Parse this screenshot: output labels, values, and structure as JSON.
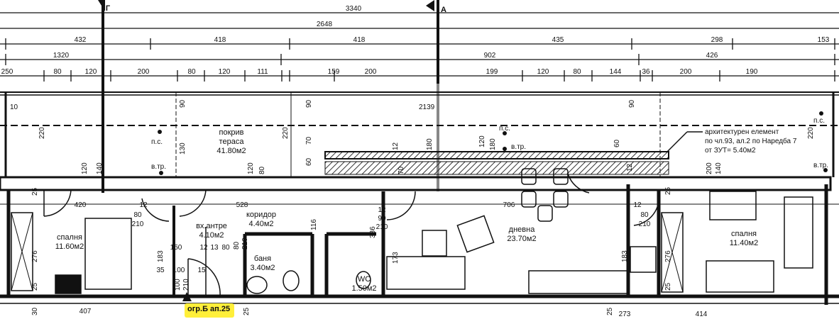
{
  "section_markers": [
    "Г",
    "А"
  ],
  "dimensions": {
    "row1": [
      "3340"
    ],
    "row2": [
      "2648"
    ],
    "row3": [
      "432",
      "418",
      "418",
      "435",
      "298",
      "153"
    ],
    "row4": [
      "1320",
      "902",
      "426"
    ],
    "row5": [
      "250",
      "80",
      "120",
      "200",
      "80",
      "120",
      "111",
      "159",
      "200",
      "199",
      "120",
      "80",
      "144",
      "36",
      "200",
      "190"
    ],
    "terrace": [
      "10",
      "90",
      "90",
      "2139",
      "90",
      "220",
      "220",
      "130",
      "120",
      "140",
      "120",
      "80",
      "70",
      "60",
      "12",
      "70",
      "180",
      "120",
      "180",
      "60",
      "12",
      "200",
      "140",
      "220"
    ],
    "interior": [
      "420",
      "528",
      "706",
      "12",
      "80",
      "210",
      "12",
      "90",
      "210",
      "80",
      "210",
      "150",
      "12",
      "13",
      "80",
      "183",
      "35",
      "100",
      "15",
      "100",
      "210",
      "276",
      "25",
      "25",
      "116",
      "336",
      "173",
      "183",
      "12",
      "80",
      "210",
      "276",
      "25",
      "25"
    ],
    "bottom": [
      "407",
      "273",
      "414",
      "30",
      "25",
      "25"
    ]
  },
  "rooms": [
    {
      "name": "покрив тераса",
      "lines": [
        "покрив",
        "тераса"
      ],
      "area": "41.80м2"
    },
    {
      "name": "спалня",
      "lines": [
        "спалня"
      ],
      "area": "11.60м2"
    },
    {
      "name": "вх.антре",
      "lines": [
        "вх.антре"
      ],
      "area": "4.10м2"
    },
    {
      "name": "коридор",
      "lines": [
        "коридор"
      ],
      "area": "4.40м2"
    },
    {
      "name": "баня",
      "lines": [
        "баня"
      ],
      "area": "3.40м2"
    },
    {
      "name": "WC",
      "lines": [
        "WC"
      ],
      "area": "1.50м2"
    },
    {
      "name": "дневна",
      "lines": [
        "дневна"
      ],
      "area": "23.70м2"
    },
    {
      "name": "спалня",
      "lines": [
        "спалня"
      ],
      "area": "11.40м2"
    }
  ],
  "markers": [
    "п.с.",
    "в.тр.",
    "п.с.",
    "в.тр.",
    "п.с.",
    "в.тр."
  ],
  "note": [
    "архитектурен елемент",
    "по чл.93, ал.2 по Наредба 7",
    "от ЗУТ= 5.40м2"
  ],
  "highlight_label": "огр.Б ап.25",
  "colors": {
    "walls": "#111111",
    "highlight": "#ffef3a",
    "hatch": "#333333"
  }
}
